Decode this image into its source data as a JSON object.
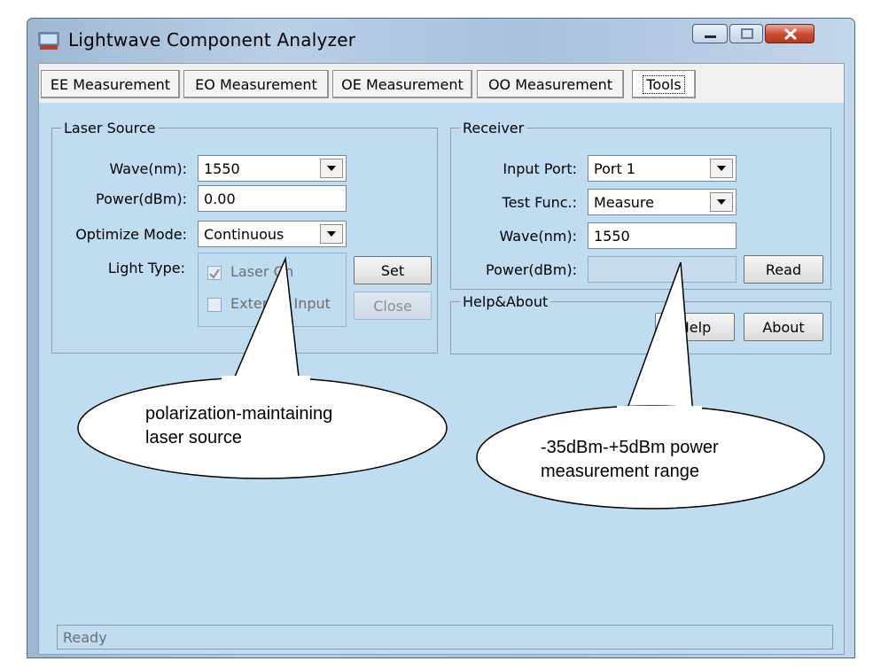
{
  "window": {
    "title": "Lightwave Component Analyzer"
  },
  "tabs": [
    {
      "label": "EE Measurement",
      "active": false
    },
    {
      "label": "EO Measurement",
      "active": false
    },
    {
      "label": "OE Measurement",
      "active": false
    },
    {
      "label": "OO Measurement",
      "active": false
    },
    {
      "label": "Tools",
      "active": true
    }
  ],
  "laser_source": {
    "title": "Laser Source",
    "wave_label": "Wave(nm):",
    "wave_value": "1550",
    "power_label": "Power(dBm):",
    "power_value": "0.00",
    "optimize_label": "Optimize Mode:",
    "optimize_value": "Continuous",
    "light_type_label": "Light Type:",
    "laser_on_label": "Laser On",
    "laser_on_checked": true,
    "external_input_label": "External Input",
    "external_input_checked": false,
    "set_button": "Set",
    "close_button": "Close"
  },
  "receiver": {
    "title": "Receiver",
    "input_port_label": "Input Port:",
    "input_port_value": "Port 1",
    "test_func_label": "Test Func.:",
    "test_func_value": "Measure",
    "wave_label": "Wave(nm):",
    "wave_value": "1550",
    "power_label": "Power(dBm):",
    "power_value": "",
    "read_button": "Read"
  },
  "help_about": {
    "title": "Help&About",
    "help_button": "Help",
    "about_button": "About"
  },
  "status": {
    "text": "Ready"
  },
  "callouts": [
    {
      "line1": "polarization-maintaining",
      "line2": "laser source"
    },
    {
      "line1": "-35dBm-+5dBm power",
      "line2": "measurement range"
    }
  ]
}
